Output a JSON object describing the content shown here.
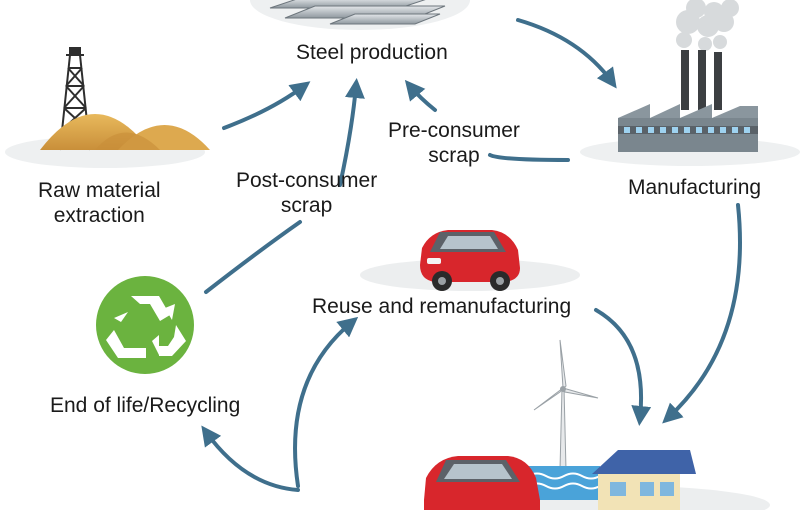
{
  "nodes": {
    "steel_production": {
      "label": "Steel production"
    },
    "manufacturing": {
      "label": "Manufacturing"
    },
    "raw_material": {
      "line1": "Raw material",
      "line2": "extraction"
    },
    "end_of_life": {
      "label": "End of life/Recycling"
    },
    "reuse": {
      "label": "Reuse and remanufacturing"
    }
  },
  "flows": {
    "pre_consumer": {
      "line1": "Pre-consumer",
      "line2": "scrap"
    },
    "post_consumer": {
      "line1": "Post-consumer",
      "line2": "scrap"
    }
  },
  "colors": {
    "arrow": "#3f6f8c",
    "recycle_green": "#6bb33f",
    "car_red": "#d8262c",
    "factory_gray": "#7d8a93",
    "sand": "#d9a64e",
    "house_blue": "#3f63a8",
    "water": "#4aa3d9"
  },
  "icons": [
    "steel-ingots-icon",
    "factory-icon",
    "oil-rig-icon",
    "sand-pile-icon",
    "recycle-icon",
    "car-icon",
    "wind-turbine-icon",
    "house-icon"
  ]
}
